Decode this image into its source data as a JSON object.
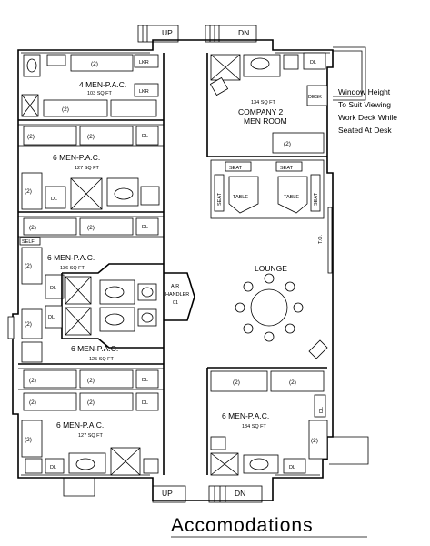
{
  "title": "Accomodations",
  "note_lines": [
    "Window Height",
    "To Suit Viewing",
    "Work Deck While",
    "Seated At Desk"
  ],
  "stair_labels": {
    "up": "UP",
    "down": "DN"
  },
  "rooms": [
    {
      "id": "r1",
      "name": "4 MEN-P.A.C.",
      "area": "103 SQ FT"
    },
    {
      "id": "r2",
      "name": "6 MEN-P.A.C.",
      "area": "127 SQ FT"
    },
    {
      "id": "r3",
      "name": "6 MEN-P.A.C.",
      "area": "136 SQ FT"
    },
    {
      "id": "r4",
      "name": "6 MEN-P.A.C.",
      "area": "125 SQ FT"
    },
    {
      "id": "r5",
      "name": "6 MEN-P.A.C.",
      "area": "127 SQ FT"
    },
    {
      "id": "r6",
      "name": "6 MEN-P.A.C.",
      "area": "134 SQ FT"
    },
    {
      "id": "company",
      "area": "134 SQ FT",
      "name_line1": "COMPANY 2",
      "name_line2": "MEN ROOM"
    }
  ],
  "lounge": "LOUNGE",
  "air_handler": [
    "AIR",
    "HANDLER",
    "01"
  ],
  "fixture_labels": {
    "bunk": "(2)",
    "locker": "LKR",
    "drawer": "DL",
    "desk": "DESK",
    "seat": "SEAT",
    "table": "TABLE",
    "self": "SELF",
    "to": "T.O."
  }
}
